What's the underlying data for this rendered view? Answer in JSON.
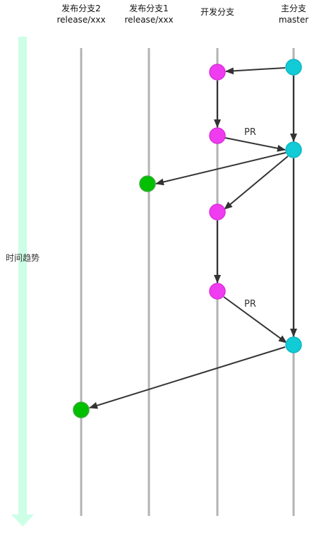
{
  "lanes": [
    {
      "id": "release2",
      "title": "发布分支2",
      "subtitle": "release/xxx"
    },
    {
      "id": "release1",
      "title": "发布分支1",
      "subtitle": "release/xxx"
    },
    {
      "id": "dev",
      "title": "开发分支",
      "subtitle": ""
    },
    {
      "id": "master",
      "title": "主分支",
      "subtitle": "master"
    }
  ],
  "time_axis": {
    "label": "时间趋势"
  },
  "edge_labels": {
    "pr": "PR"
  },
  "colors": {
    "master": "#11CBD7",
    "dev": "#F03CF0",
    "release": "#00C000",
    "lane_line": "#B3B3B3",
    "arrow": "#333333",
    "time_arrow": "#CCFFE6"
  }
}
